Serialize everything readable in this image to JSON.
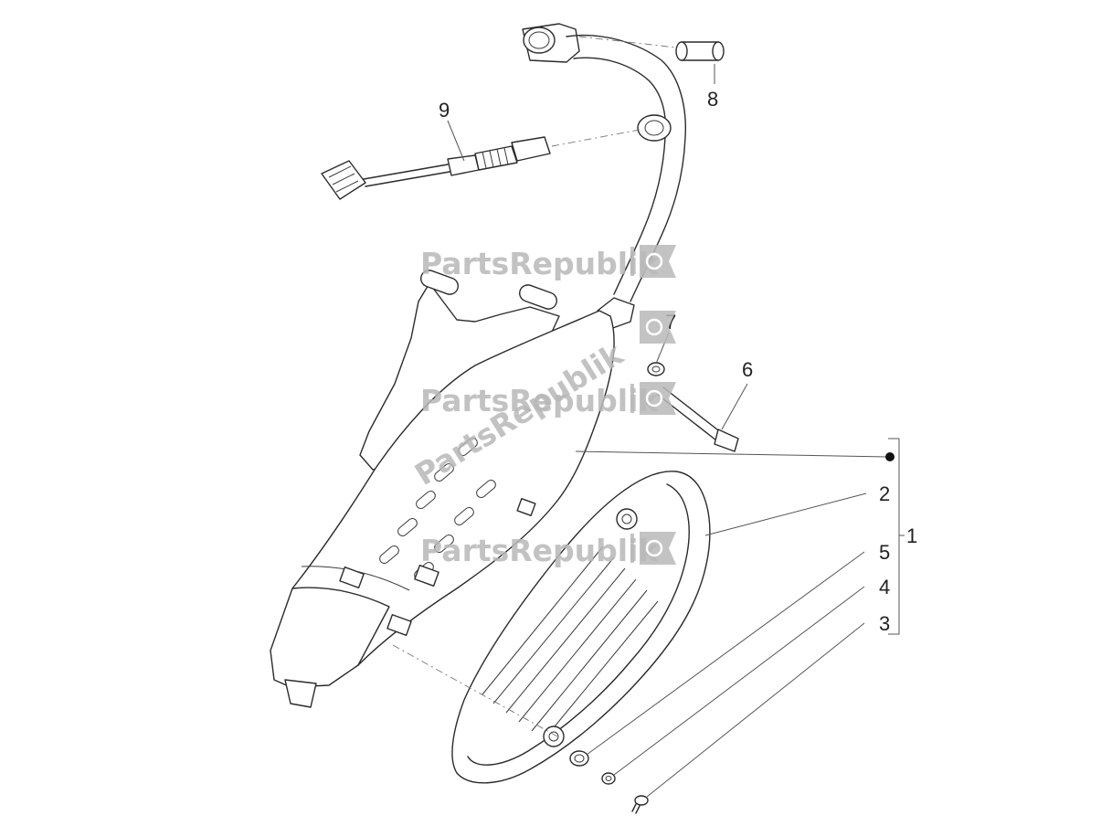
{
  "callouts": {
    "c1": "1",
    "c2": "2",
    "c3": "3",
    "c4": "4",
    "c5": "5",
    "c6": "6",
    "c7": "7",
    "c8": "8",
    "c9": "9"
  },
  "watermark": {
    "text": "PartsRepublik",
    "icon": "gear-icon"
  },
  "colors": {
    "line": "#2b2b2b",
    "watermark": "#b8b8b8"
  }
}
